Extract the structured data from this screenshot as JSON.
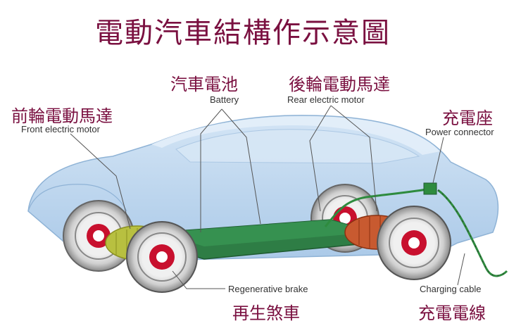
{
  "title": "電動汽車結構作示意圖",
  "labels": {
    "front_motor": {
      "zh": "前輪電動馬達",
      "en": "Front electric motor"
    },
    "battery": {
      "zh": "汽車電池",
      "en": "Battery"
    },
    "rear_motor": {
      "zh": "後輪電動馬達",
      "en": "Rear electric motor"
    },
    "connector": {
      "zh": "充電座",
      "en": "Power connector"
    },
    "regen_brake": {
      "zh": "再生煞車",
      "en": "Regenerative brake"
    },
    "cable": {
      "zh": "充電電線",
      "en": "Charging cable"
    }
  },
  "colors": {
    "title": "#7a1040",
    "car_body": "#a8c8e8",
    "battery": "#2e7d45",
    "front_motor": "#b8c040",
    "rear_motor": "#c85a30",
    "brake": "#c8102e",
    "cable": "#2e8b3e"
  }
}
